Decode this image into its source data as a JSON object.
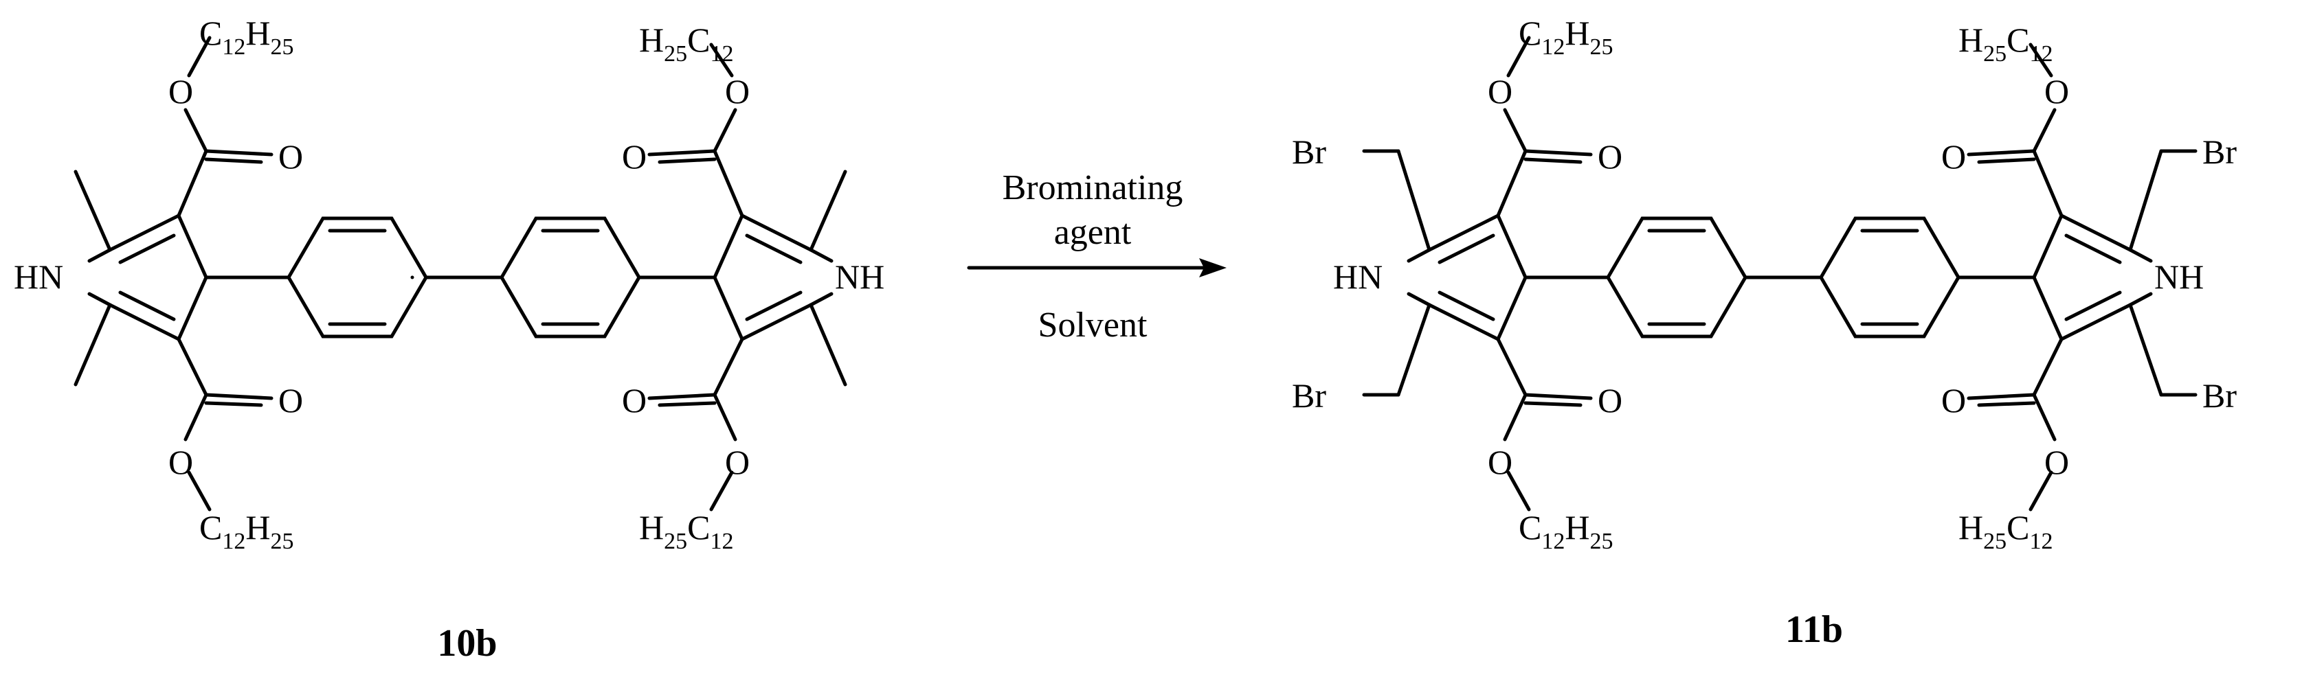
{
  "reactant": {
    "label": "10b",
    "atoms": {
      "nh_left": "HN",
      "nh_right": "NH",
      "o": "O",
      "c12h25": {
        "c": "C",
        "n1": "12",
        "h": "H",
        "n2": "25"
      },
      "h25c12": {
        "h": "H",
        "n1": "25",
        "c": "C",
        "n2": "12"
      }
    }
  },
  "reaction": {
    "reagent_line1": "Brominating",
    "reagent_line2": "agent",
    "solvent": "Solvent"
  },
  "product": {
    "label": "11b",
    "atoms": {
      "nh_left": "HN",
      "nh_right": "NH",
      "o": "O",
      "br": "Br",
      "c12h25": {
        "c": "C",
        "n1": "12",
        "h": "H",
        "n2": "25"
      },
      "h25c12": {
        "h": "H",
        "n1": "25",
        "c": "C",
        "n2": "12"
      }
    }
  }
}
